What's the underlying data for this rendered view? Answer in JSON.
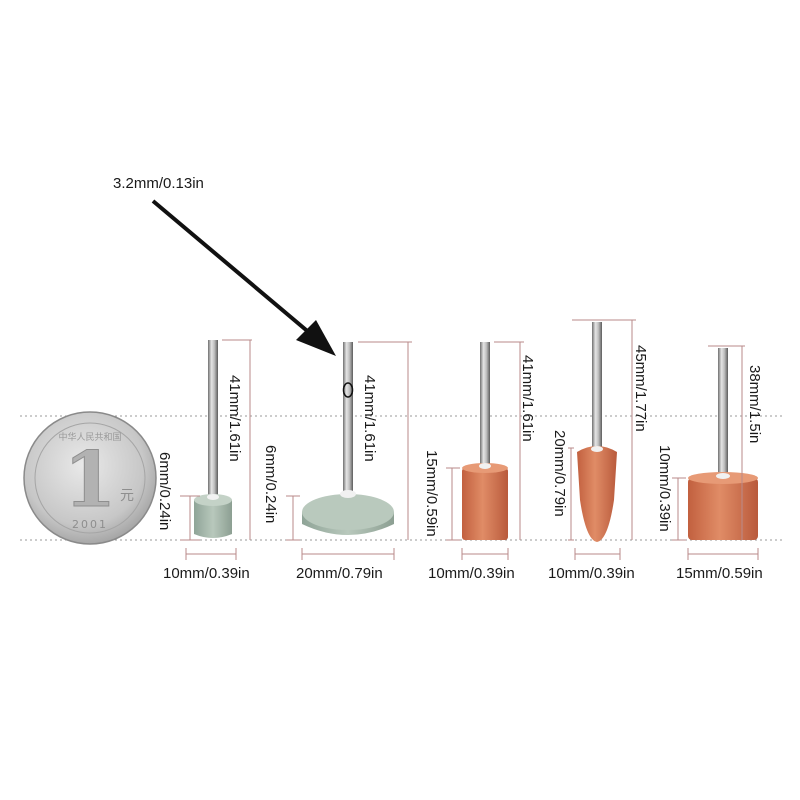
{
  "pointer_label": "3.2mm/0.13in",
  "coin": {
    "numeral": "1",
    "char_left": "元",
    "year": "2001",
    "top_text": "中华人民共和国"
  },
  "tools": [
    {
      "name": "small-green-wheel",
      "height": "41mm/1.61in",
      "head_height": "6mm/0.24in",
      "width": "10mm/0.39in",
      "color": "#a9b9ad"
    },
    {
      "name": "large-green-wheel",
      "height": "41mm/1.61in",
      "head_height": "6mm/0.24in",
      "width": "20mm/0.79in",
      "color": "#a8baae"
    },
    {
      "name": "orange-cylinder",
      "height": "41mm/1.61in",
      "head_height": "15mm/0.59in",
      "width": "10mm/0.39in",
      "color": "#d97b55"
    },
    {
      "name": "orange-cone",
      "height": "45mm/1.77in",
      "head_height": "20mm/0.79in",
      "width": "10mm/0.39in",
      "color": "#d97250"
    },
    {
      "name": "orange-drum",
      "height": "38mm/1.5in",
      "head_height": "10mm/0.39in",
      "width": "15mm/0.59in",
      "color": "#d47756"
    }
  ]
}
